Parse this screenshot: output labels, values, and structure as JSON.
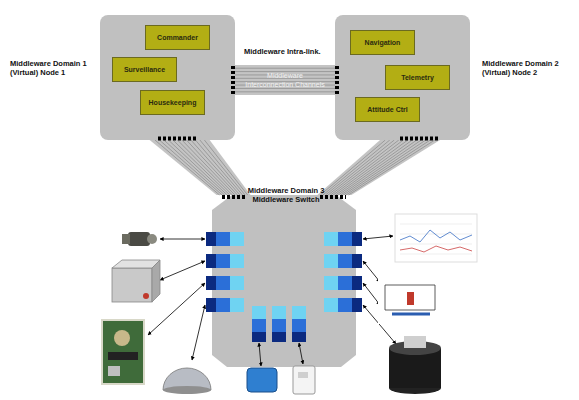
{
  "diagram": {
    "nodes": [
      {
        "text": [
          "Middleware Domain 1 (Virtual) Node 1"
        ]
      },
      {
        "text": [
          "Commander"
        ],
        "in": 0
      },
      {
        "text": [
          "Surveillance"
        ],
        "in": 0
      },
      {
        "text": [
          "Housekeeping"
        ],
        "in": 0
      },
      {
        "text": [
          "Middleware Domain 2 (Virtual) Node 2"
        ]
      },
      {
        "text": [
          "Navigation"
        ],
        "in": 4
      },
      {
        "text": [
          "Telemetry"
        ],
        "in": 4
      },
      {
        "text": [
          "Attitude Ctrl"
        ],
        "in": 4
      },
      {
        "text": [
          "Middleware Domain 3 Middleware Switch"
        ]
      }
    ],
    "edges": [
      {
        "from": 0,
        "to": 4,
        "arrow": "none",
        "label": "Middleware Interconnection Channels"
      },
      {
        "from": 0,
        "to": 8,
        "arrow": "none"
      },
      {
        "from": 4,
        "to": 8,
        "arrow": "none"
      }
    ],
    "labels": [
      "Middleware Intra-link."
    ]
  }
}
